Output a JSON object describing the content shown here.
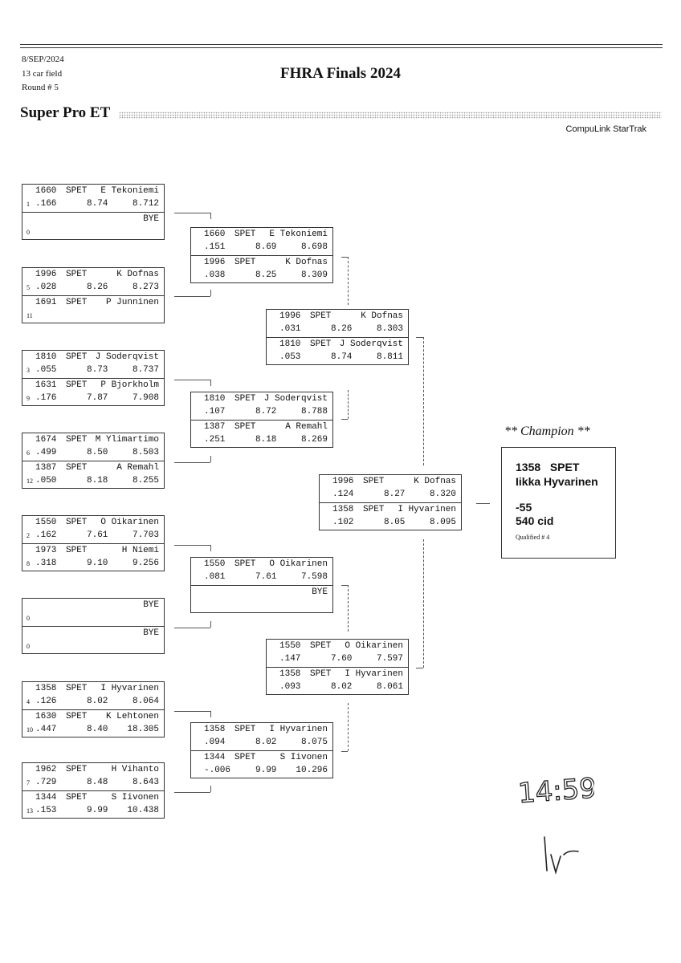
{
  "header": {
    "date": "8/SEP/2024",
    "field": "13 car field",
    "round": "Round # 5",
    "event_title": "FHRA Finals 2024",
    "class_title": "Super Pro ET",
    "system": "CompuLink StarTrak"
  },
  "round1": [
    {
      "top": {
        "car": "1660",
        "cls": "SPET",
        "driver": "E Tekoniemi",
        "seed": "1",
        "rt": ".166",
        "et": "8.74",
        "speed": "8.712"
      },
      "bottom": {
        "car": "",
        "cls": "",
        "driver": "BYE",
        "seed": "0",
        "rt": "",
        "et": "",
        "speed": ""
      }
    },
    {
      "top": {
        "car": "1996",
        "cls": "SPET",
        "driver": "K Dofnas",
        "seed": "5",
        "rt": ".028",
        "et": "8.26",
        "speed": "8.273"
      },
      "bottom": {
        "car": "1691",
        "cls": "SPET",
        "driver": "P Junninen",
        "seed": "11",
        "rt": "",
        "et": "",
        "speed": ""
      }
    },
    {
      "top": {
        "car": "1810",
        "cls": "SPET",
        "driver": "J Soderqvist",
        "seed": "3",
        "rt": ".055",
        "et": "8.73",
        "speed": "8.737"
      },
      "bottom": {
        "car": "1631",
        "cls": "SPET",
        "driver": "P Bjorkholm",
        "seed": "9",
        "rt": ".176",
        "et": "7.87",
        "speed": "7.908"
      }
    },
    {
      "top": {
        "car": "1674",
        "cls": "SPET",
        "driver": "M Ylimartimo",
        "seed": "6",
        "rt": ".499",
        "et": "8.50",
        "speed": "8.503"
      },
      "bottom": {
        "car": "1387",
        "cls": "SPET",
        "driver": "A Remahl",
        "seed": "12",
        "rt": ".050",
        "et": "8.18",
        "speed": "8.255"
      }
    },
    {
      "top": {
        "car": "1550",
        "cls": "SPET",
        "driver": "O Oikarinen",
        "seed": "2",
        "rt": ".162",
        "et": "7.61",
        "speed": "7.703"
      },
      "bottom": {
        "car": "1973",
        "cls": "SPET",
        "driver": "H Niemi",
        "seed": "8",
        "rt": ".318",
        "et": "9.10",
        "speed": "9.256"
      }
    },
    {
      "top": {
        "car": "",
        "cls": "",
        "driver": "BYE",
        "seed": "0",
        "rt": "",
        "et": "",
        "speed": ""
      },
      "bottom": {
        "car": "",
        "cls": "",
        "driver": "BYE",
        "seed": "0",
        "rt": "",
        "et": "",
        "speed": ""
      }
    },
    {
      "top": {
        "car": "1358",
        "cls": "SPET",
        "driver": "I Hyvarinen",
        "seed": "4",
        "rt": ".126",
        "et": "8.02",
        "speed": "8.064"
      },
      "bottom": {
        "car": "1630",
        "cls": "SPET",
        "driver": "K Lehtonen",
        "seed": "10",
        "rt": ".447",
        "et": "8.40",
        "speed": "18.305"
      }
    },
    {
      "top": {
        "car": "1962",
        "cls": "SPET",
        "driver": "H Vihanto",
        "seed": "7",
        "rt": ".729",
        "et": "8.48",
        "speed": "8.643"
      },
      "bottom": {
        "car": "1344",
        "cls": "SPET",
        "driver": "S Iivonen",
        "seed": "13",
        "rt": ".153",
        "et": "9.99",
        "speed": "10.438"
      }
    }
  ],
  "round2": [
    {
      "top": {
        "car": "1660",
        "cls": "SPET",
        "driver": "E Tekoniemi",
        "seed": "",
        "rt": ".151",
        "et": "8.69",
        "speed": "8.698"
      },
      "bottom": {
        "car": "1996",
        "cls": "SPET",
        "driver": "K Dofnas",
        "seed": "",
        "rt": ".038",
        "et": "8.25",
        "speed": "8.309"
      }
    },
    {
      "top": {
        "car": "1810",
        "cls": "SPET",
        "driver": "J Soderqvist",
        "seed": "",
        "rt": ".107",
        "et": "8.72",
        "speed": "8.788"
      },
      "bottom": {
        "car": "1387",
        "cls": "SPET",
        "driver": "A Remahl",
        "seed": "",
        "rt": ".251",
        "et": "8.18",
        "speed": "8.269"
      }
    },
    {
      "top": {
        "car": "1550",
        "cls": "SPET",
        "driver": "O Oikarinen",
        "seed": "",
        "rt": ".081",
        "et": "7.61",
        "speed": "7.598"
      },
      "bottom": {
        "car": "",
        "cls": "",
        "driver": "BYE",
        "seed": "",
        "rt": "",
        "et": "",
        "speed": ""
      }
    },
    {
      "top": {
        "car": "1358",
        "cls": "SPET",
        "driver": "I Hyvarinen",
        "seed": "",
        "rt": ".094",
        "et": "8.02",
        "speed": "8.075"
      },
      "bottom": {
        "car": "1344",
        "cls": "SPET",
        "driver": "S Iivonen",
        "seed": "",
        "rt": "-.006",
        "et": "9.99",
        "speed": "10.296"
      }
    }
  ],
  "round3": [
    {
      "top": {
        "car": "1996",
        "cls": "SPET",
        "driver": "K Dofnas",
        "seed": "",
        "rt": ".031",
        "et": "8.26",
        "speed": "8.303"
      },
      "bottom": {
        "car": "1810",
        "cls": "SPET",
        "driver": "J Soderqvist",
        "seed": "",
        "rt": ".053",
        "et": "8.74",
        "speed": "8.811"
      }
    },
    {
      "top": {
        "car": "1550",
        "cls": "SPET",
        "driver": "O Oikarinen",
        "seed": "",
        "rt": ".147",
        "et": "7.60",
        "speed": "7.597"
      },
      "bottom": {
        "car": "1358",
        "cls": "SPET",
        "driver": "I Hyvarinen",
        "seed": "",
        "rt": ".093",
        "et": "8.02",
        "speed": "8.061"
      }
    }
  ],
  "final": [
    {
      "top": {
        "car": "1996",
        "cls": "SPET",
        "driver": "K Dofnas",
        "seed": "",
        "rt": ".124",
        "et": "8.27",
        "speed": "8.320"
      },
      "bottom": {
        "car": "1358",
        "cls": "SPET",
        "driver": "I Hyvarinen",
        "seed": "",
        "rt": ".102",
        "et": "8.05",
        "speed": "8.095"
      }
    }
  ],
  "champion": {
    "label": "** Champion **",
    "car_class": "1358   SPET",
    "name": "Iikka Hyvarinen",
    "dial": "-55",
    "engine": "540 cid",
    "qualified": "Qualified # 4"
  },
  "handwritten": {
    "time": "14:59",
    "initials": "lr"
  }
}
